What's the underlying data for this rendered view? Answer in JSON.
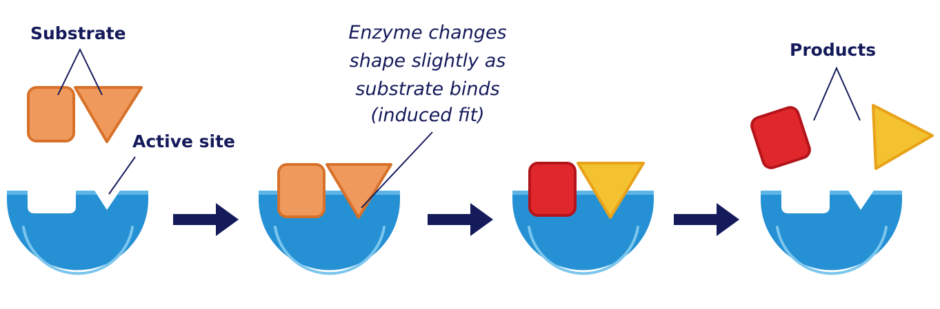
{
  "labels": {
    "substrate": "Substrate",
    "active_site": "Active site",
    "induced_fit_lines": [
      "Enzyme changes",
      "shape slightly as",
      "substrate binds",
      "(induced fit)"
    ],
    "products": "Products"
  },
  "colors": {
    "text": "#141a5a",
    "enzyme": "#2591d4",
    "enzyme_highlight": "#5cb5e6",
    "substrate_fill": "#ef9a5c",
    "substrate_stroke": "#d7712a",
    "product_square_fill": "#e0282c",
    "product_square_stroke": "#b3141a",
    "product_triangle_fill": "#f4c130",
    "product_triangle_stroke": "#e8a21a",
    "arrow": "#141a5a"
  },
  "stages": [
    "enzyme-and-substrate",
    "enzyme-substrate-complex",
    "enzyme-product-complex",
    "enzyme-and-products"
  ]
}
